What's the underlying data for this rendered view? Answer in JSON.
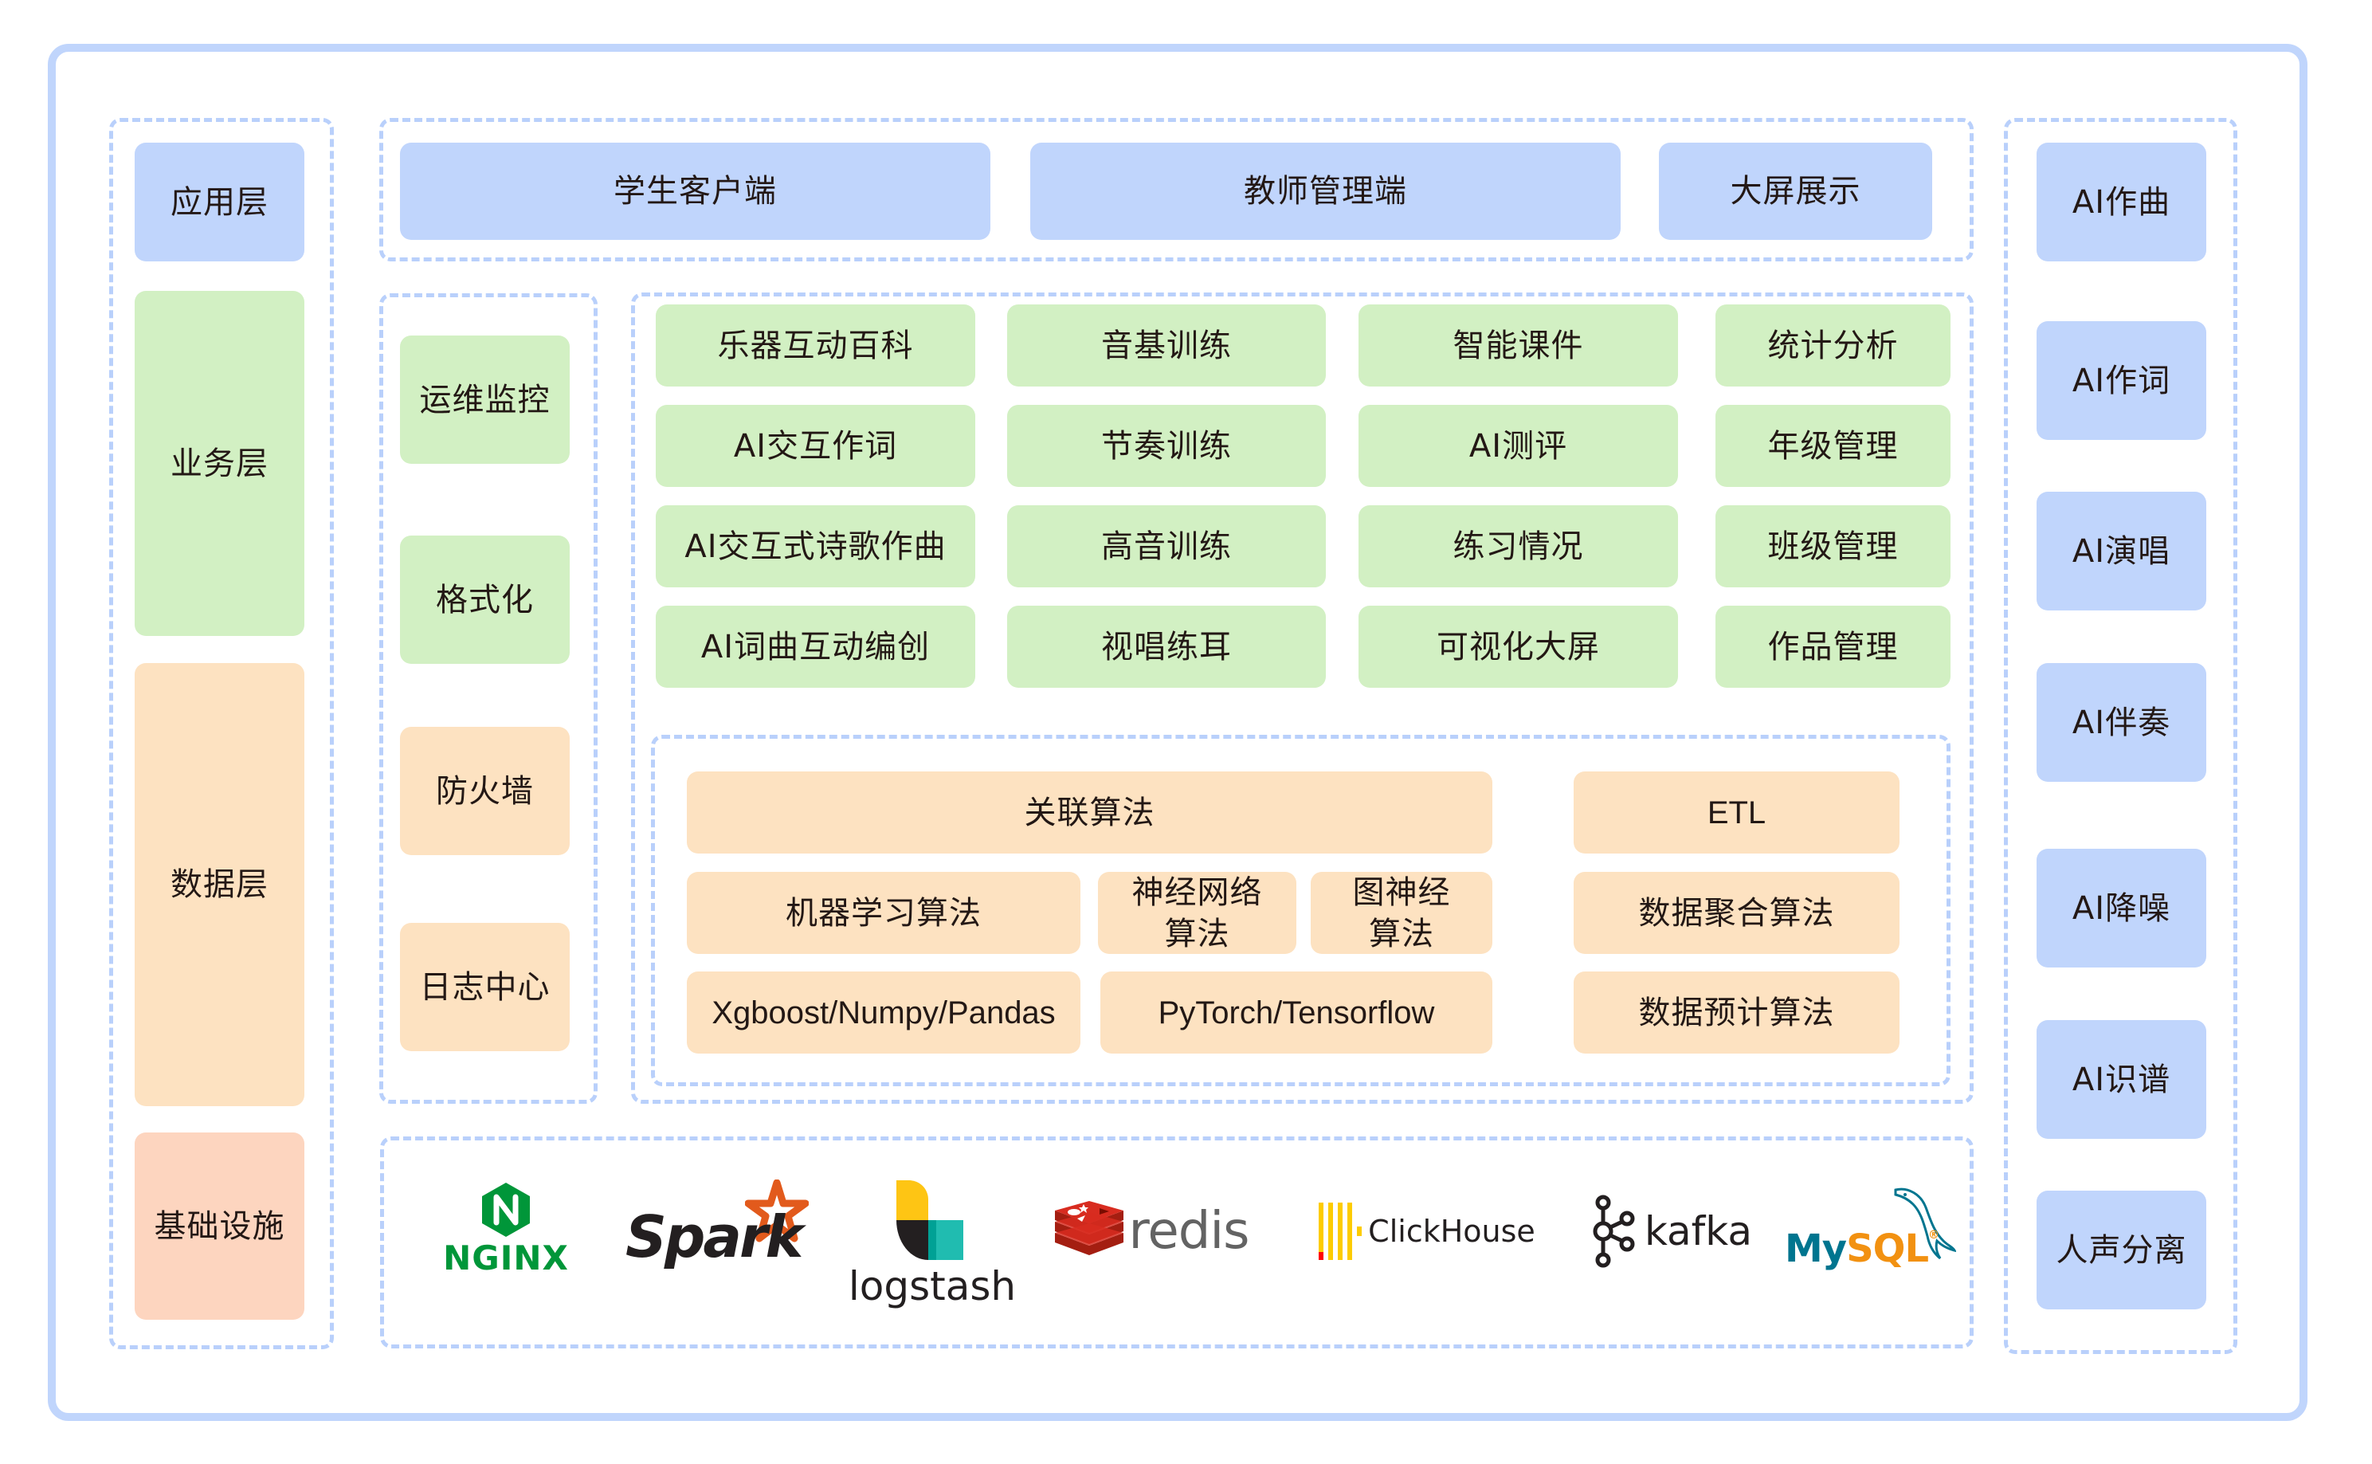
{
  "layers": {
    "application": "应用层",
    "business": "业务层",
    "data": "数据层",
    "infrastructure": "基础设施"
  },
  "app_layer": {
    "items": [
      "学生客户端",
      "教师管理端",
      "大屏展示"
    ]
  },
  "ops": {
    "items": [
      "运维监控",
      "格式化",
      "防火墙",
      "日志中心"
    ]
  },
  "business": {
    "grid": [
      [
        "乐器互动百科",
        "音基训练",
        "智能课件",
        "统计分析"
      ],
      [
        "AI交互作词",
        "节奏训练",
        "AI测评",
        "年级管理"
      ],
      [
        "AI交互式诗歌作曲",
        "高音训练",
        "练习情况",
        "班级管理"
      ],
      [
        "AI词曲互动编创",
        "视唱练耳",
        "可视化大屏",
        "作品管理"
      ]
    ]
  },
  "data_layer": {
    "association": "关联算法",
    "ml": "机器学习算法",
    "nn_line1": "神经网络",
    "nn_line2": "算法",
    "gnn_line1": "图神经",
    "gnn_line2": "算法",
    "ml_libs": "Xgboost/Numpy/Pandas",
    "dl_libs": "PyTorch/Tensorflow",
    "etl": "ETL",
    "aggregation": "数据聚合算法",
    "prediction": "数据预计算法"
  },
  "infrastructure": {
    "logos": [
      {
        "name": "NGINX",
        "icon": "nginx-logo",
        "color": "#009639"
      },
      {
        "name": "Spark",
        "icon": "spark-logo",
        "color": "#e25a1c"
      },
      {
        "name": "logstash",
        "icon": "logstash-logo",
        "color": "#fec514"
      },
      {
        "name": "redis",
        "icon": "redis-logo",
        "color": "#d82c20"
      },
      {
        "name": "ClickHouse",
        "icon": "clickhouse-logo",
        "color": "#fdcc00"
      },
      {
        "name": "kafka",
        "icon": "kafka-logo",
        "color": "#231f20"
      },
      {
        "name": "MySQL",
        "icon": "mysql-logo",
        "color": "#00758f"
      }
    ]
  },
  "ai_services": {
    "items": [
      "AI作曲",
      "AI作词",
      "AI演唱",
      "AI伴奏",
      "AI降噪",
      "AI识谱",
      "人声分离"
    ]
  },
  "colors": {
    "frame": "#c0d5fc",
    "dashed": "#b9d0fb",
    "blue_box": "#c0d5fc",
    "green_box": "#d2f0c3",
    "orange_box": "#fde2c1",
    "salmon_box": "#fdd5bf",
    "text": "#231815"
  }
}
